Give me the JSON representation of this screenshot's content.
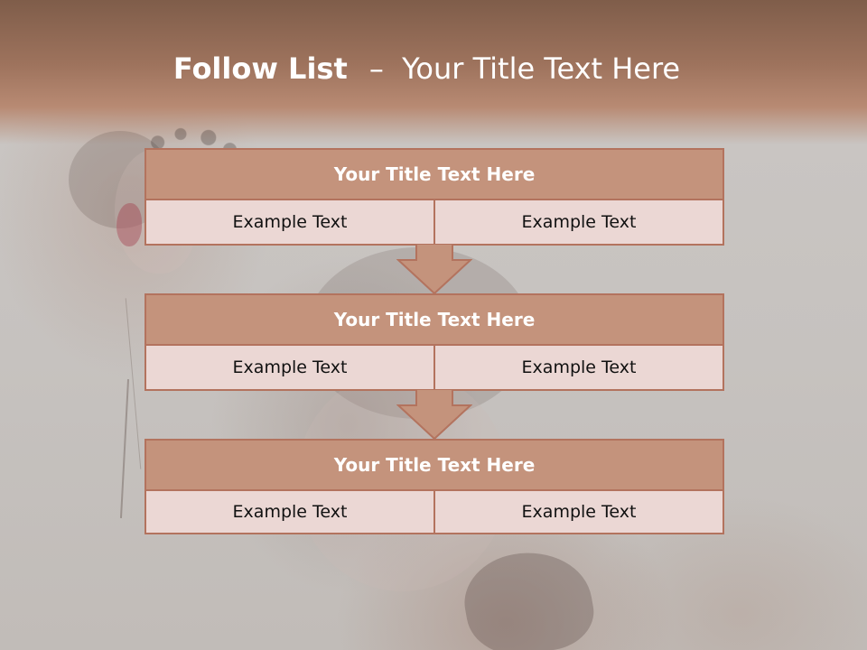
{
  "slide": {
    "title": {
      "main": "Follow List",
      "separator": "–",
      "rest": "Your Title Text Here"
    },
    "blocks": [
      {
        "title": "Your Title Text Here",
        "cells": [
          "Example Text",
          "Example Text"
        ]
      },
      {
        "title": "Your Title Text Here",
        "cells": [
          "Example Text",
          "Example Text"
        ]
      },
      {
        "title": "Your Title Text Here",
        "cells": [
          "Example Text",
          "Example Text"
        ]
      }
    ],
    "arrows": [
      {
        "icon": "arrow-down-icon"
      },
      {
        "icon": "arrow-down-icon"
      }
    ]
  },
  "colors": {
    "header_band": "#9e735d",
    "block_border": "#b3735e",
    "block_title_fill": "#c4937c",
    "block_cell_fill": "#ebd7d4",
    "title_text": "#ffffff",
    "cell_text": "#111111"
  }
}
